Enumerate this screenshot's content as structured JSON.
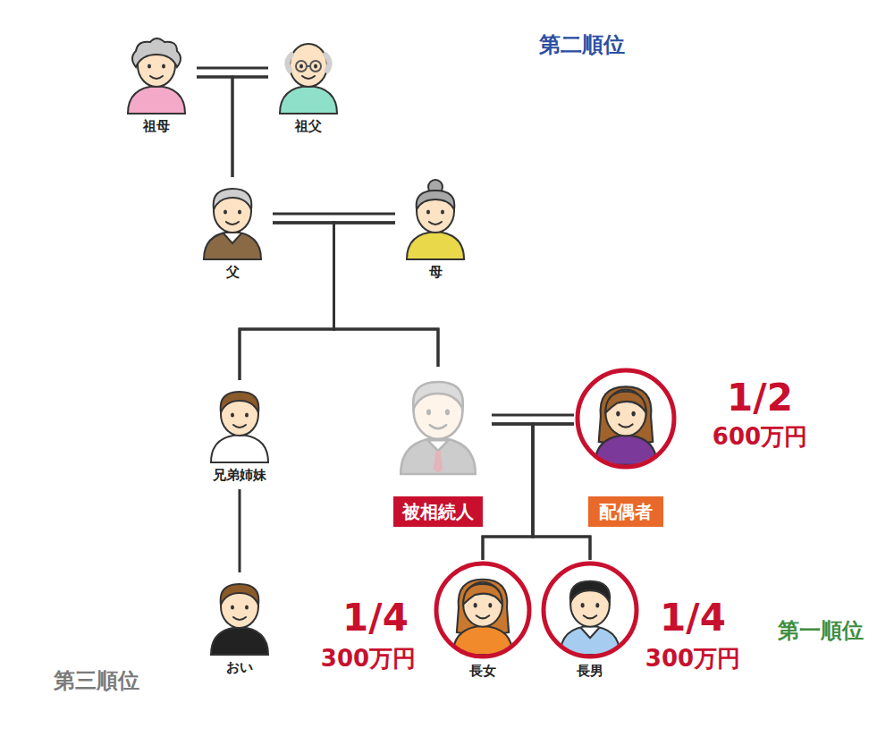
{
  "diagram": {
    "nodes": [
      {
        "text": [
          "第二順位"
        ]
      },
      {
        "text": [
          "祖母"
        ],
        "in": 0
      },
      {
        "text": [
          "祖父"
        ],
        "in": 0
      },
      {
        "text": [
          "父"
        ],
        "in": 0
      },
      {
        "text": [
          "母"
        ],
        "in": 0
      },
      {
        "text": [
          "第三順位"
        ]
      },
      {
        "text": [
          "兄弟姉妹"
        ],
        "in": 5
      },
      {
        "text": [
          "おい"
        ],
        "in": 5
      },
      {
        "text": [
          "被相続人"
        ]
      },
      {
        "text": [
          "配偶者"
        ]
      },
      {
        "text": [
          "第一順位"
        ]
      },
      {
        "text": [
          "長女"
        ],
        "in": 10
      },
      {
        "text": [
          "長男"
        ],
        "in": 10
      }
    ],
    "edges": [
      {
        "from": 1,
        "to": 2,
        "arrow": "none"
      },
      {
        "from": 1,
        "to": 3,
        "arrow": "none"
      },
      {
        "from": 2,
        "to": 3,
        "arrow": "none"
      },
      {
        "from": 3,
        "to": 4,
        "arrow": "none"
      },
      {
        "from": 3,
        "to": 6,
        "arrow": "none"
      },
      {
        "from": 3,
        "to": 8,
        "arrow": "none"
      },
      {
        "from": 4,
        "to": 6,
        "arrow": "none"
      },
      {
        "from": 4,
        "to": 8,
        "arrow": "none"
      },
      {
        "from": 6,
        "to": 7,
        "arrow": "none"
      },
      {
        "from": 8,
        "to": 9,
        "arrow": "none"
      },
      {
        "from": 8,
        "to": 11,
        "arrow": "none"
      },
      {
        "from": 8,
        "to": 12,
        "arrow": "none"
      },
      {
        "from": 9,
        "to": 11,
        "arrow": "none"
      },
      {
        "from": 9,
        "to": 12,
        "arrow": "none"
      }
    ],
    "labels": [
      "1/2",
      "600万円",
      "1/4",
      "300万円",
      "1/4",
      "300万円"
    ]
  }
}
